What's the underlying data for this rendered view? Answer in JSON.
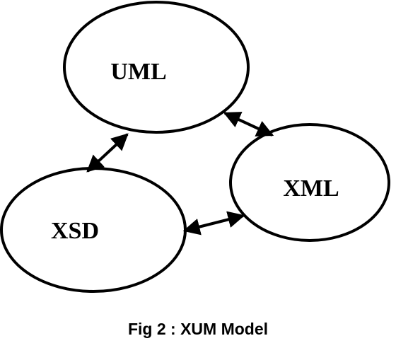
{
  "diagram": {
    "nodes": {
      "uml": {
        "label": "UML"
      },
      "xml": {
        "label": "XML"
      },
      "xsd": {
        "label": "XSD"
      }
    },
    "edges": [
      {
        "from": "UML",
        "to": "XML",
        "direction": "bidirectional"
      },
      {
        "from": "UML",
        "to": "XSD",
        "direction": "bidirectional"
      },
      {
        "from": "XSD",
        "to": "XML",
        "direction": "bidirectional"
      }
    ],
    "stroke_color": "#000000"
  },
  "caption": "Fig 2 : XUM Model"
}
